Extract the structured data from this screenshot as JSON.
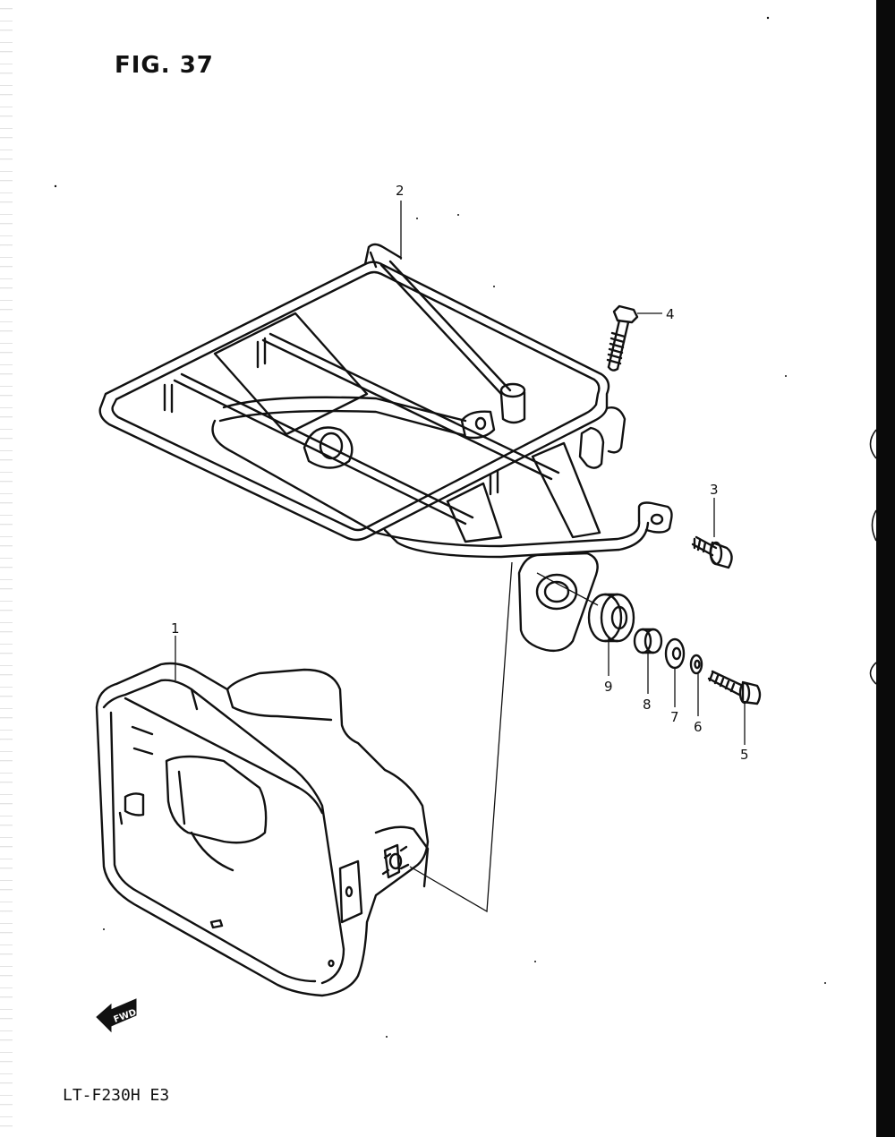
{
  "figure": {
    "title": "FIG. 37",
    "model": "LT-F230H  E3",
    "fwd_label": "FWD"
  },
  "parts": [
    {
      "number": "1"
    },
    {
      "number": "2"
    },
    {
      "number": "3"
    },
    {
      "number": "4"
    },
    {
      "number": "5"
    },
    {
      "number": "6"
    },
    {
      "number": "7"
    },
    {
      "number": "8"
    },
    {
      "number": "9"
    }
  ],
  "colors": {
    "line": "#111111",
    "background": "#ffffff",
    "edge_bar": "#0a0a0a"
  }
}
